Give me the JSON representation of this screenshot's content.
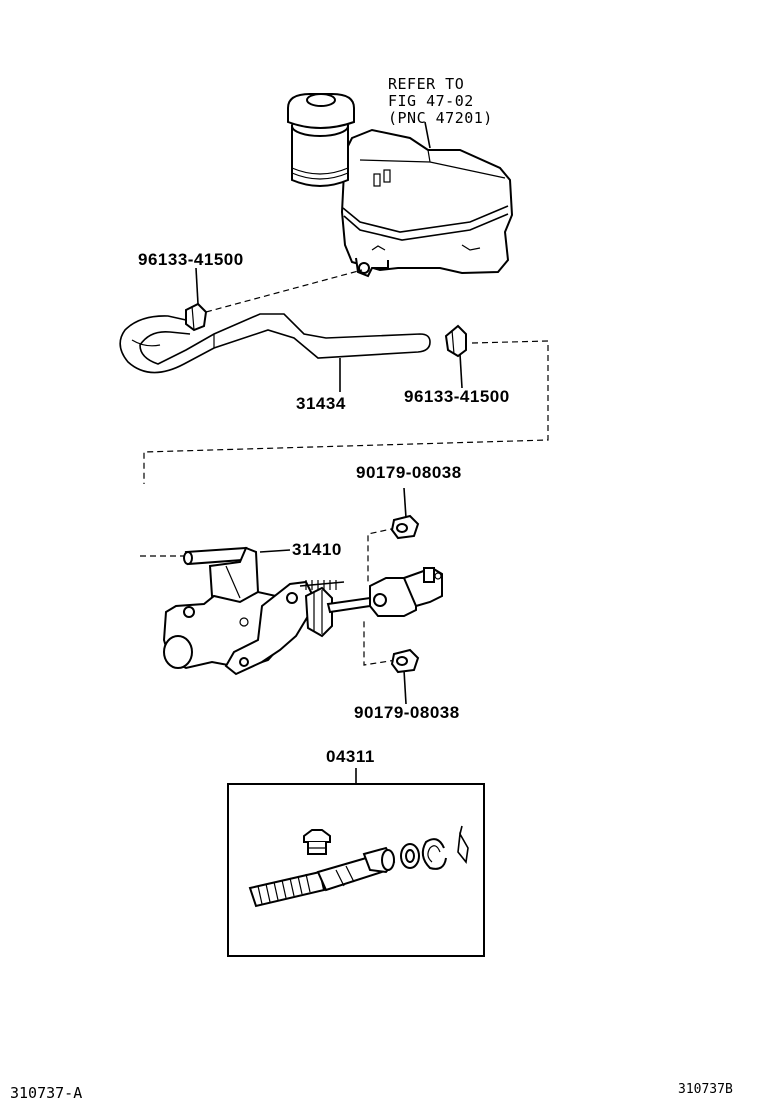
{
  "reference": {
    "line1": "REFER TO",
    "line2": "FIG 47-02",
    "line3": "(PNC 47201)"
  },
  "parts": {
    "clip_upper": "96133-41500",
    "clip_lower": "96133-41500",
    "hose": "31434",
    "grommet_upper": "90179-08038",
    "master_cylinder": "31410",
    "grommet_lower": "90179-08038",
    "repair_kit": "04311"
  },
  "footer": {
    "left_code": "310737-A",
    "right_code": "310737B"
  }
}
